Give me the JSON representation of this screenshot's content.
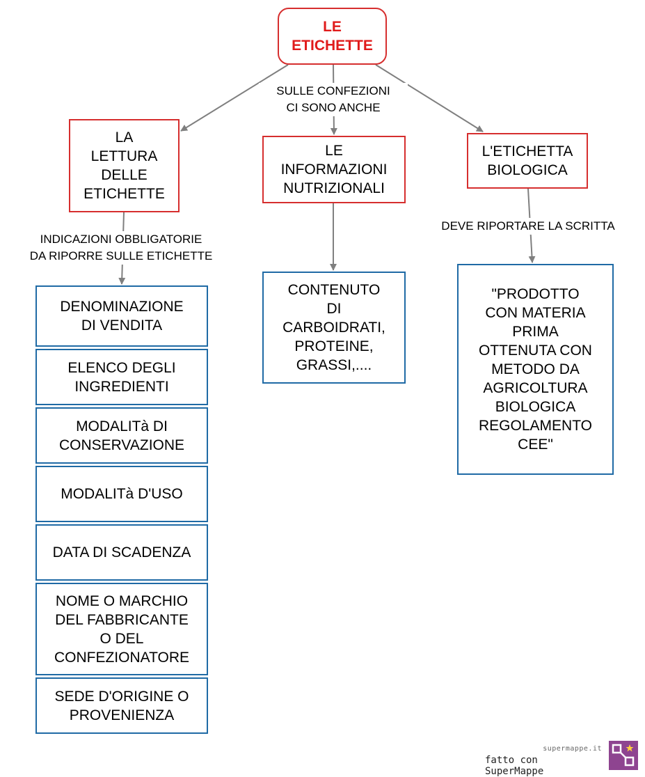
{
  "root": "LE\nETICHETTE",
  "edge_labels": {
    "center": "SULLE CONFEZIONI\nCI SONO ANCHE",
    "left": "INDICAZIONI OBBLIGATORIE\nDA RIPORRE SULLE ETICHETTE",
    "right": "DEVE RIPORTARE LA SCRITTA"
  },
  "branches": {
    "left": "LA\nLETTURA\nDELLE\nETICHETTE",
    "center": "LE\nINFORMAZIONI\nNUTRIZIONALI",
    "right": "L'ETICHETTA\nBIOLOGICA"
  },
  "left_items": [
    "DENOMINAZIONE\nDI VENDITA",
    "ELENCO DEGLI\nINGREDIENTI",
    "MODALITà DI\nCONSERVAZIONE",
    "MODALITà D'USO",
    "DATA DI SCADENZA",
    "NOME O MARCHIO\nDEL FABBRICANTE\nO DEL\nCONFEZIONATORE",
    "SEDE D'ORIGINE O\nPROVENIENZA"
  ],
  "center_detail": "CONTENUTO\nDI\nCARBOIDRATI,\nPROTEINE,\nGRASSI,....",
  "right_detail": "\"PRODOTTO\nCON MATERIA\nPRIMA\nOTTENUTA CON\nMETODO DA\nAGRICOLTURA\nBIOLOGICA\nREGOLAMENTO\nCEE\"",
  "footer": {
    "site": "supermappe.it",
    "made_with": "fatto con SuperMappe"
  },
  "colors": {
    "main_border": "#d62e2e",
    "detail_border": "#1f6aa5",
    "root_text": "#e01b1b",
    "arrow": "#7f7f7f",
    "logo": "#8e4490"
  }
}
